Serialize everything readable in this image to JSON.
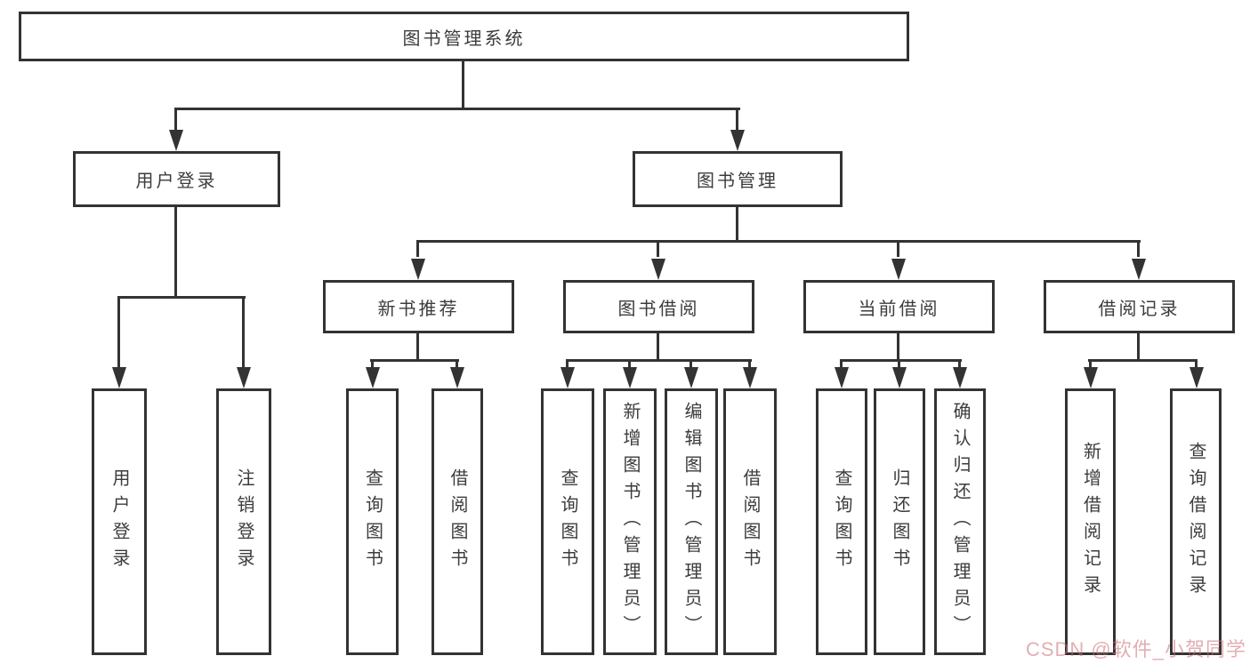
{
  "tree": {
    "label": "图书管理系统",
    "children": [
      {
        "label": "用户登录",
        "children": [
          {
            "label": "用户登录"
          },
          {
            "label": "注销登录"
          }
        ]
      },
      {
        "label": "图书管理",
        "children": [
          {
            "label": "新书推荐",
            "children": [
              {
                "label": "查询图书"
              },
              {
                "label": "借阅图书"
              }
            ]
          },
          {
            "label": "图书借阅",
            "children": [
              {
                "label": "查询图书"
              },
              {
                "label": "新增图书（管理员）"
              },
              {
                "label": "编辑图书（管理员）"
              },
              {
                "label": "借阅图书"
              }
            ]
          },
          {
            "label": "当前借阅",
            "children": [
              {
                "label": "查询图书"
              },
              {
                "label": "归还图书"
              },
              {
                "label": "确认归还（管理员）"
              }
            ]
          },
          {
            "label": "借阅记录",
            "children": [
              {
                "label": "新增借阅记录"
              },
              {
                "label": "查询借阅记录"
              }
            ]
          }
        ]
      }
    ]
  },
  "watermark": {
    "text": "CSDN @软件_小贺同学"
  },
  "colors": {
    "line": "#333333",
    "box_border": "#333333",
    "text": "#3c3c3c",
    "background": "#ffffff",
    "watermark": "#cb6c73"
  }
}
